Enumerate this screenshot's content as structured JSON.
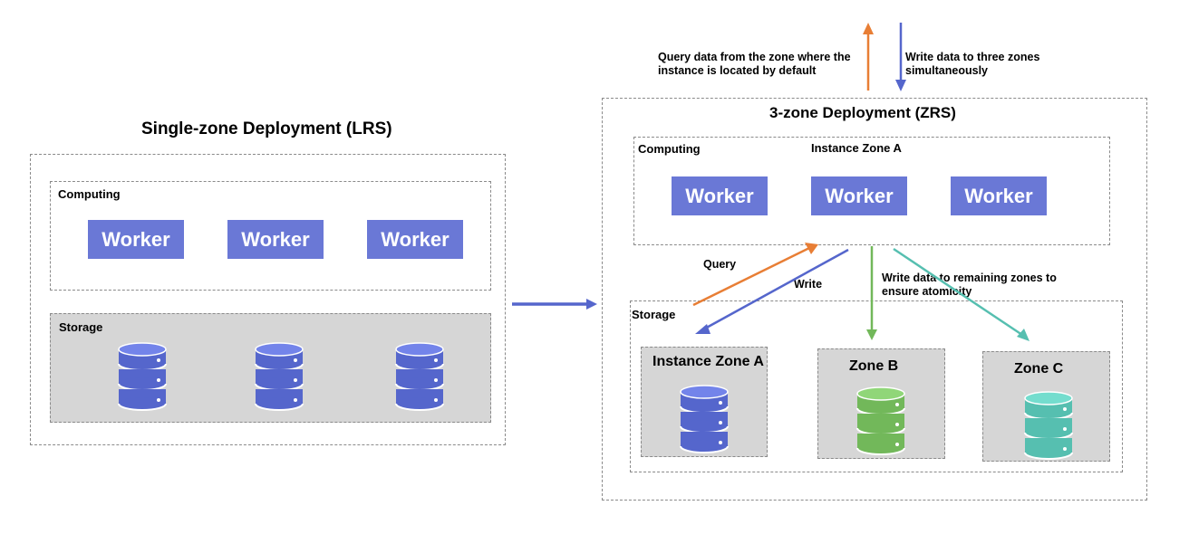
{
  "left": {
    "title": "Single-zone Deployment (LRS)",
    "computing_label": "Computing",
    "storage_label": "Storage",
    "workers": [
      "Worker",
      "Worker",
      "Worker"
    ],
    "db_color": "#5566cc"
  },
  "right": {
    "title": "3-zone Deployment (ZRS)",
    "computing_label": "Computing",
    "instance_zone_label": "Instance Zone A",
    "storage_label": "Storage",
    "workers": [
      "Worker",
      "Worker",
      "Worker"
    ],
    "zones": [
      {
        "name": "Instance Zone A",
        "color": "#5566cc"
      },
      {
        "name": "Zone B",
        "color": "#72b85a"
      },
      {
        "name": "Zone C",
        "color": "#56bfb0"
      }
    ]
  },
  "annotations": {
    "query_default": [
      "Query data from the zone where the",
      "instance is located by default"
    ],
    "write_three": [
      "Write data to three zones",
      "simultaneously"
    ],
    "query": "Query",
    "write": "Write",
    "write_remaining": [
      "Write data to remaining zones to",
      "ensure atomicity"
    ]
  },
  "colors": {
    "worker": "#6a78d6",
    "query_arrow": "#e87e35",
    "write_arrow": "#5566cc",
    "zone_b_arrow": "#72b85a",
    "zone_c_arrow": "#56bfb0",
    "transition_arrow": "#5566cc"
  }
}
